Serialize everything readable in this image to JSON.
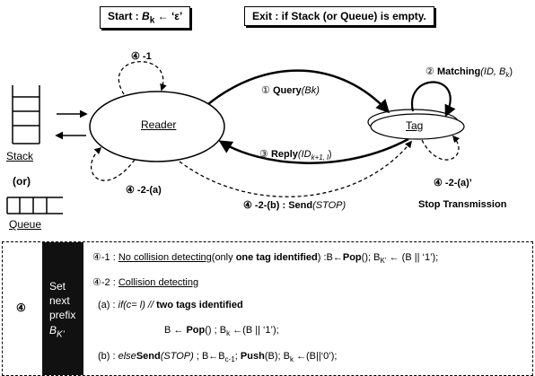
{
  "start_box": {
    "prefix": "Start :",
    "formula": "B",
    "sub": "k",
    "assign": "←",
    "value": "‘ε’"
  },
  "exit_box": {
    "prefix": "Exit : if",
    "stack": "Stack",
    "or": "(or",
    "queue": "Queue",
    "rest": ") is empty."
  },
  "nodes": {
    "reader": "Reader",
    "tag": "Tag",
    "stack": "Stack",
    "or": "(or)",
    "queue": "Queue"
  },
  "edges": {
    "loop_reader": "④ -1",
    "loop_reader_bottom": "④ -2-(a)",
    "query_num": "①",
    "query_fn": "Query",
    "query_arg": "(Bk)",
    "reply_num": "③",
    "reply_fn": "Reply",
    "reply_arg": "(ID",
    "reply_sub": "k+1, l",
    "reply_end": ")",
    "matching_num": "②",
    "matching_fn": "Matching",
    "matching_arg": "(ID, B",
    "matching_sub": "k",
    "matching_end": ")",
    "tag_loop_bottom": "④ -2-(a)’",
    "send_num": "④ -2-(b) :",
    "send_fn": "Send",
    "send_arg": "(STOP)",
    "stop_label": "Stop Transmission"
  },
  "table": {
    "num": "④",
    "side": [
      "Set",
      "next",
      "prefix"
    ],
    "side_var": "B",
    "side_sub": "K’",
    "r1_a": "④-1 :",
    "r1_b": "No collision detecting",
    "r1_c": "(only",
    "r1_d": "one tag identified",
    "r1_e": ") :B←",
    "r1_f": "Pop",
    "r1_g": "(); B",
    "r1_h": "K’",
    "r1_i": "← (B || ‘1’);",
    "r2_a": "④-2 :",
    "r2_b": "Collision detecting",
    "r3_a": "(a) :",
    "r3_b": "if",
    "r3_c": "(c= l)  //",
    "r3_d": "two  tags identified",
    "r4_a": "B ←",
    "r4_b": "Pop",
    "r4_c": "() ; B",
    "r4_d": "k",
    "r4_e": "←(B || ‘1’);",
    "r5_a": "(b) :",
    "r5_b": "else",
    "r5_c": "Send",
    "r5_d": "(STOP)",
    "r5_e": "; B←B",
    "r5_f": "c-1",
    "r5_g": "; ",
    "r5_h": "Push",
    "r5_i": "(B); B",
    "r5_j": "k",
    "r5_k": "←(B||‘0’);"
  }
}
